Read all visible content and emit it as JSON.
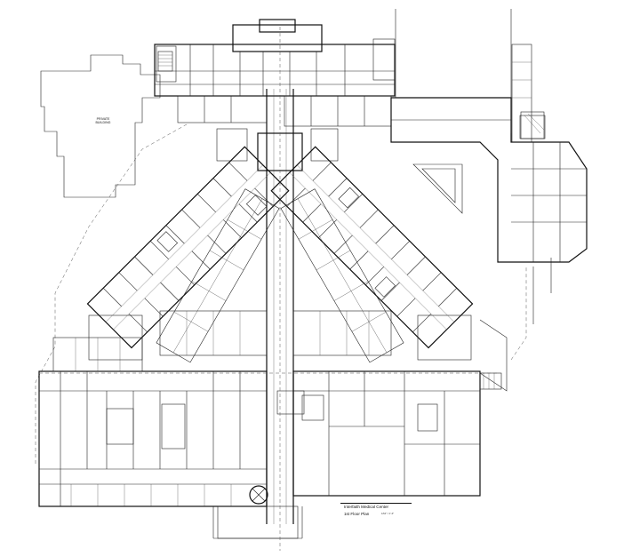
{
  "drawing": {
    "title": "Interfaith Medical Center",
    "subtitle": "1st Floor Plan",
    "scale": "1/64\" = 1'-0\"",
    "annex_label_line1": "PRIVATE",
    "annex_label_line2": "BUILDING"
  }
}
